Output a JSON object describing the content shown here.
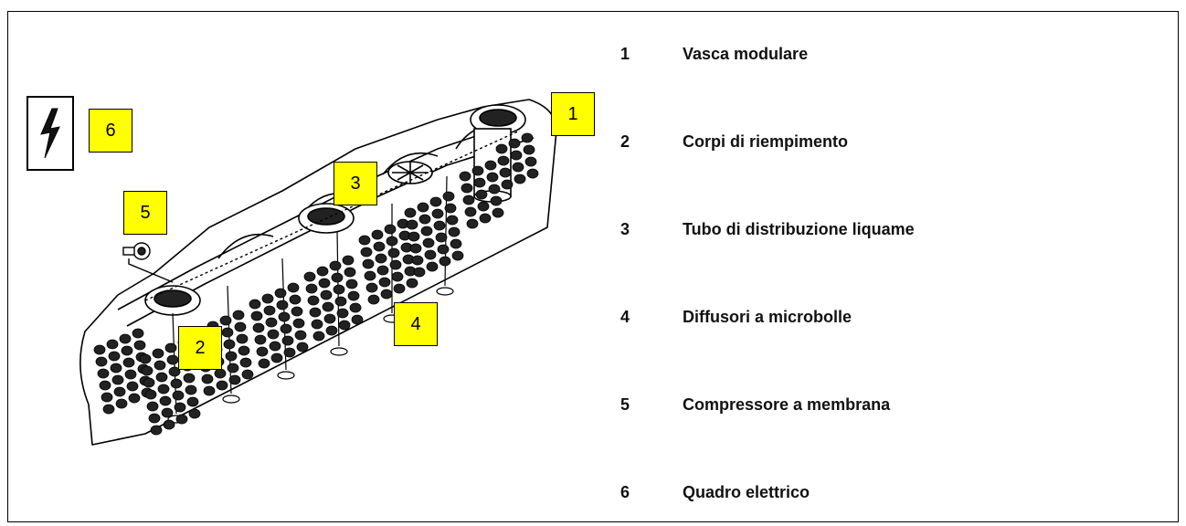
{
  "legend": {
    "items": [
      {
        "number": "1",
        "label": "Vasca modulare"
      },
      {
        "number": "2",
        "label": "Corpi di riempimento"
      },
      {
        "number": "3",
        "label": "Tubo di distribuzione liquame"
      },
      {
        "number": "4",
        "label": "Diffusori a microbolle"
      },
      {
        "number": "5",
        "label": "Compressore a membrana"
      },
      {
        "number": "6",
        "label": "Quadro elettrico"
      }
    ]
  },
  "callouts": {
    "c1": "1",
    "c2": "2",
    "c3": "3",
    "c4": "4",
    "c5": "5",
    "c6": "6"
  },
  "colors": {
    "callout_fill": "#ffff00",
    "line": "#000000"
  },
  "icons": {
    "electric_panel": "lightning-bolt-icon"
  }
}
